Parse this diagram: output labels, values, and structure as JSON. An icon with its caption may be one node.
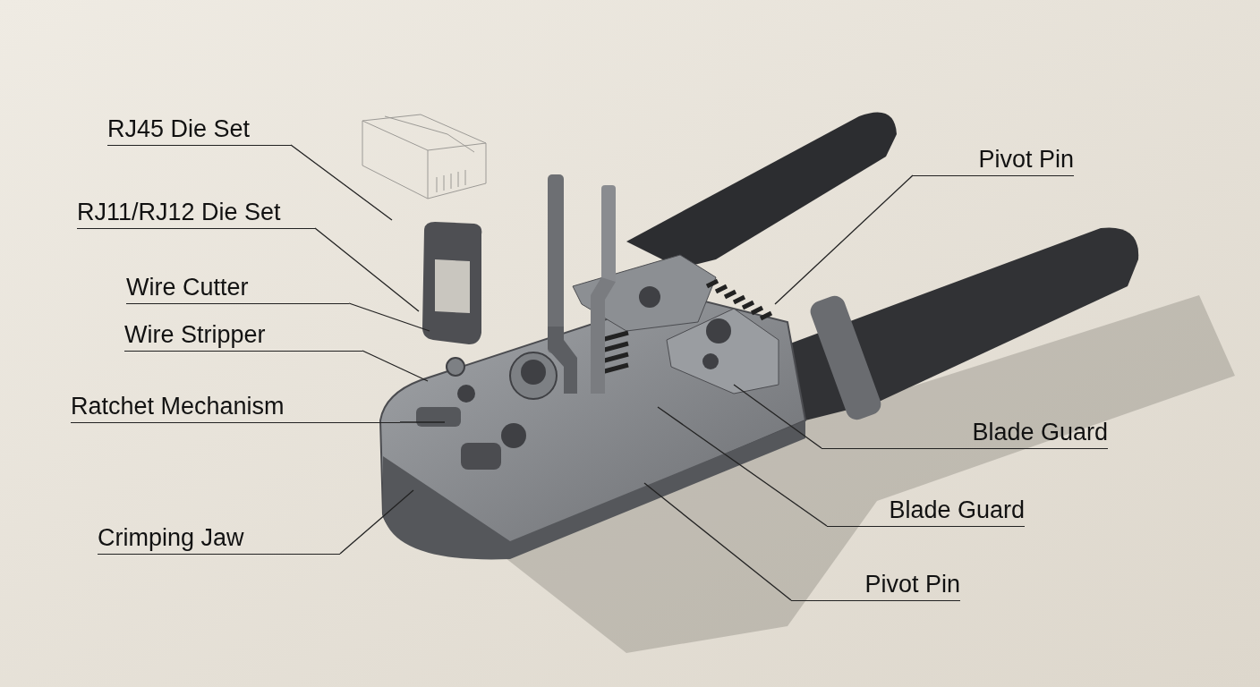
{
  "diagram": {
    "nodes": [
      {
        "text": [
          "RJ45 Die Set"
        ]
      },
      {
        "text": [
          "RJ11/RJ12 Die Set"
        ]
      },
      {
        "text": [
          "Wire Cutter"
        ]
      },
      {
        "text": [
          "Wire Stripper"
        ]
      },
      {
        "text": [
          "Ratchet Mechanism"
        ]
      },
      {
        "text": [
          "Crimping Jaw"
        ]
      },
      {
        "text": [
          "Pivot Pin"
        ]
      },
      {
        "text": [
          "Blade Guard"
        ]
      },
      {
        "text": [
          "Blade Guard"
        ]
      },
      {
        "text": [
          "Pivot Pin"
        ]
      }
    ],
    "edges": [
      {
        "from": 0,
        "to": null,
        "arrow": "none"
      },
      {
        "from": 1,
        "to": null,
        "arrow": "none"
      },
      {
        "from": 2,
        "to": null,
        "arrow": "none"
      },
      {
        "from": 3,
        "to": null,
        "arrow": "none"
      },
      {
        "from": 4,
        "to": null,
        "arrow": "none"
      },
      {
        "from": 5,
        "to": null,
        "arrow": "none"
      },
      {
        "from": 6,
        "to": null,
        "arrow": "none"
      },
      {
        "from": 7,
        "to": null,
        "arrow": "none"
      },
      {
        "from": 8,
        "to": null,
        "arrow": "none"
      },
      {
        "from": 9,
        "to": null,
        "arrow": "none"
      }
    ]
  }
}
